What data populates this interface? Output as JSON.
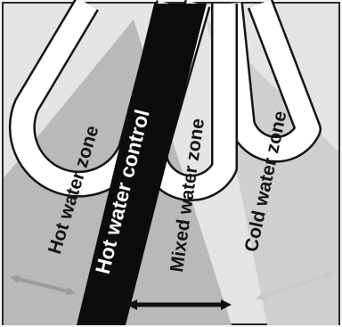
{
  "labels": {
    "hot_zone": "Hot water zone",
    "control": "Hot water control",
    "mixed_zone": "Mixed water zone",
    "cold_zone": "Cold water zone"
  },
  "colors": {
    "background": "#f6f6f6",
    "sheet": "#e4e4e4",
    "left_shade": "#b9b9b9",
    "right_shade": "#cfcfcf",
    "loop_outline": "#141414",
    "control_bar": "#0c0c0c",
    "arrow_left": "#9c9c9c",
    "arrow_mid": "#111111",
    "arrow_right": "#c9c9c9"
  },
  "icons": {
    "left_arrow": "double-headed-arrow-icon",
    "mid_arrow": "double-headed-arrow-icon",
    "right_arrow": "double-headed-arrow-icon"
  }
}
